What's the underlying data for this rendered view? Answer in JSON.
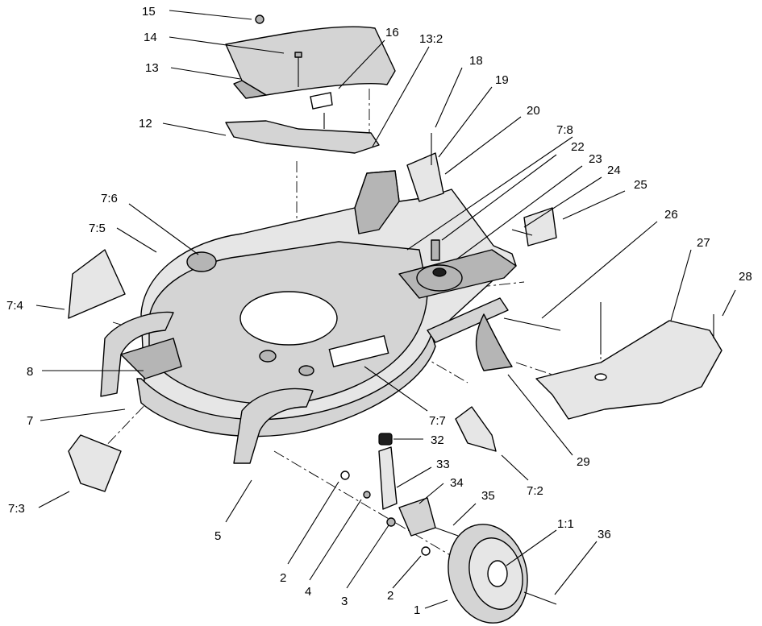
{
  "callouts": [
    {
      "id": "c15",
      "label": "15"
    },
    {
      "id": "c14",
      "label": "14"
    },
    {
      "id": "c13",
      "label": "13"
    },
    {
      "id": "c16",
      "label": "16"
    },
    {
      "id": "c13_2",
      "label": "13:2"
    },
    {
      "id": "c12",
      "label": "12"
    },
    {
      "id": "c18",
      "label": "18"
    },
    {
      "id": "c19",
      "label": "19"
    },
    {
      "id": "c20",
      "label": "20"
    },
    {
      "id": "c7_8",
      "label": "7:8"
    },
    {
      "id": "c22",
      "label": "22"
    },
    {
      "id": "c23",
      "label": "23"
    },
    {
      "id": "c24",
      "label": "24"
    },
    {
      "id": "c25",
      "label": "25"
    },
    {
      "id": "c26",
      "label": "26"
    },
    {
      "id": "c27",
      "label": "27"
    },
    {
      "id": "c28",
      "label": "28"
    },
    {
      "id": "c7_6",
      "label": "7:6"
    },
    {
      "id": "c7_5",
      "label": "7:5"
    },
    {
      "id": "c7_4",
      "label": "7:4"
    },
    {
      "id": "c8",
      "label": "8"
    },
    {
      "id": "c7",
      "label": "7"
    },
    {
      "id": "c7_3",
      "label": "7:3"
    },
    {
      "id": "c5",
      "label": "5"
    },
    {
      "id": "c7_7",
      "label": "7:7"
    },
    {
      "id": "c29",
      "label": "29"
    },
    {
      "id": "c32",
      "label": "32"
    },
    {
      "id": "c33",
      "label": "33"
    },
    {
      "id": "c34",
      "label": "34"
    },
    {
      "id": "c35",
      "label": "35"
    },
    {
      "id": "c1_1",
      "label": "1:1"
    },
    {
      "id": "c36",
      "label": "36"
    },
    {
      "id": "c7_2",
      "label": "7:2"
    },
    {
      "id": "c2a",
      "label": "2"
    },
    {
      "id": "c4",
      "label": "4"
    },
    {
      "id": "c3",
      "label": "3"
    },
    {
      "id": "c2b",
      "label": "2"
    },
    {
      "id": "c1",
      "label": "1"
    }
  ]
}
